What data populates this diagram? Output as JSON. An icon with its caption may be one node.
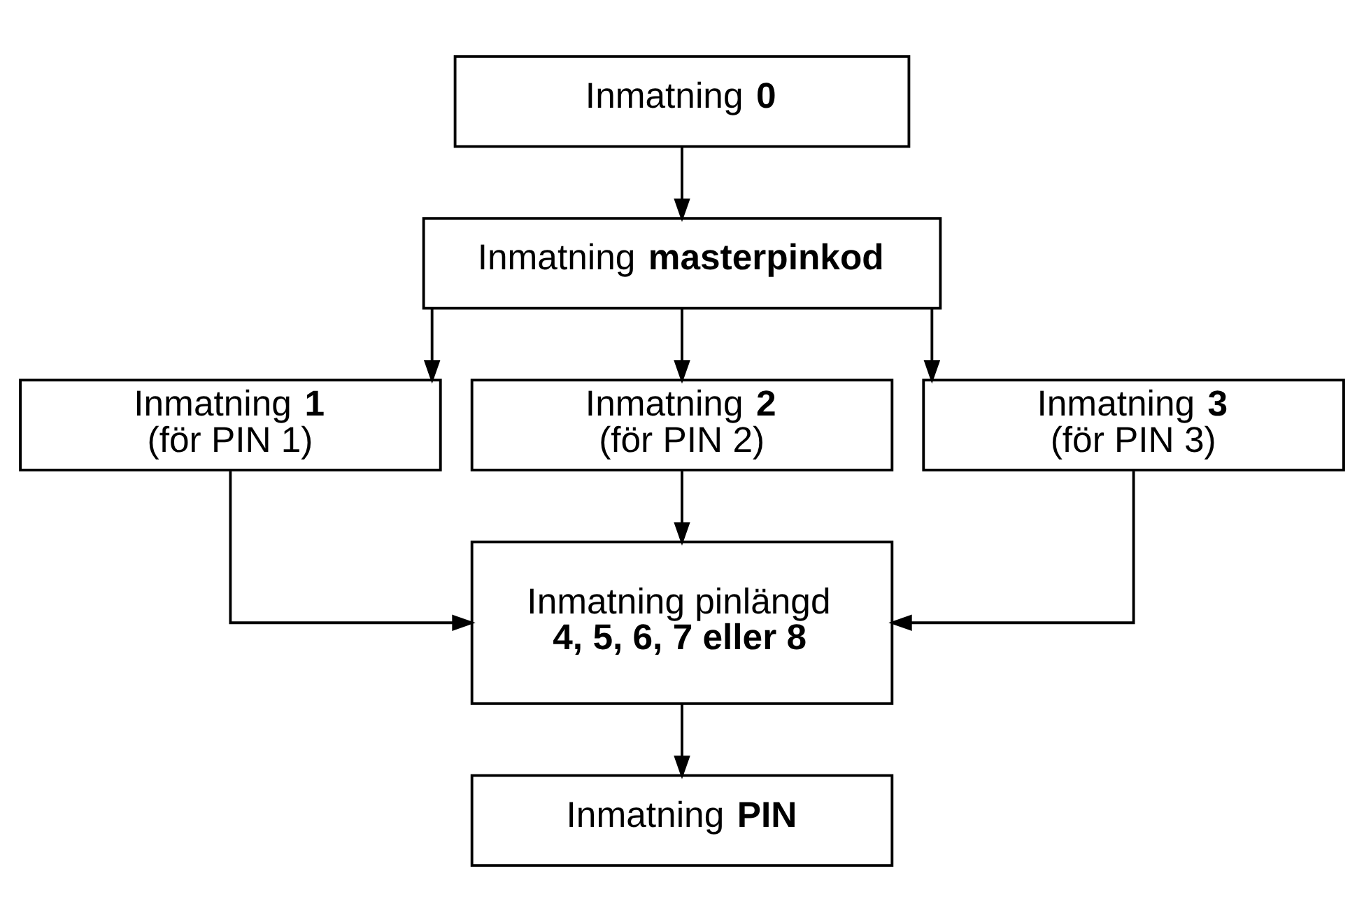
{
  "diagram": {
    "nodes": [
      {
        "text": [
          "Inmatning **0**"
        ]
      },
      {
        "text": [
          "Inmatning **masterpinkod**"
        ]
      },
      {
        "text": [
          "Inmatning **1**",
          "(för PIN 1)"
        ]
      },
      {
        "text": [
          "Inmatning **2**",
          "(för PIN 2)"
        ]
      },
      {
        "text": [
          "Inmatning **3**",
          "(för PIN 3)"
        ]
      },
      {
        "text": [
          "Inmatning pinlängd",
          "**4, 5, 6, 7 eller 8**"
        ]
      },
      {
        "text": [
          "Inmatning **PIN**"
        ]
      }
    ],
    "edges": [
      {
        "from": 0,
        "to": 1,
        "arrow": "to"
      },
      {
        "from": 1,
        "to": 2,
        "arrow": "to"
      },
      {
        "from": 1,
        "to": 3,
        "arrow": "to"
      },
      {
        "from": 1,
        "to": 4,
        "arrow": "to"
      },
      {
        "from": 2,
        "to": 5,
        "arrow": "to"
      },
      {
        "from": 3,
        "to": 5,
        "arrow": "to"
      },
      {
        "from": 4,
        "to": 5,
        "arrow": "to"
      },
      {
        "from": 5,
        "to": 6,
        "arrow": "to"
      }
    ]
  }
}
